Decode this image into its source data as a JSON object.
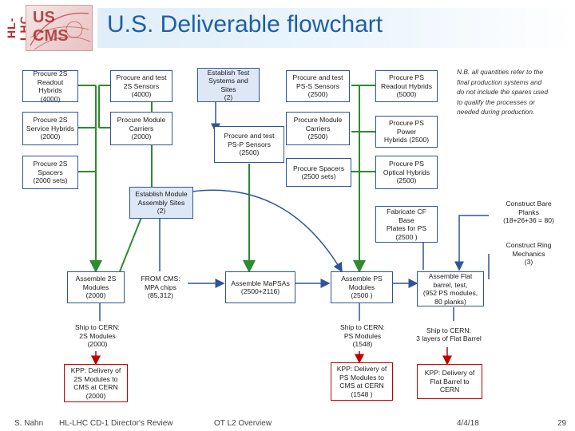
{
  "header": {
    "logo_side_text": "HL-LHC",
    "logo_box_text": "US CMS",
    "title": "U.S. Deliverable flowchart"
  },
  "note": "N.B. all quantities refer to the\nfinal production systems and\ndo not include the spares used\nto qualify the processes or\nneeded during production.",
  "boxes": {
    "procure_2s_readout": "Procure 2S\nReadout Hybrids\n(4000)",
    "procure_test_2s_sensors": "Procure and test\n2S Sensors\n(4000)",
    "establish_test_systems": "Establish Test\nSystems and Sites\n(2)",
    "procure_test_pss_sensors": "Procure and test\nPS-S Sensors\n(2500)",
    "procure_ps_readout": "Procure PS\nReadout Hybrids\n(5000)",
    "procure_2s_service": "Procure 2S\nService Hybrids\n(2000)",
    "procure_module_carriers_2s": "Procure Module\nCarriers\n(2000)",
    "procure_test_psp_sensors": "Procure and test\nPS-P Sensors\n(2500)",
    "procure_module_carriers_ps": "Procure Module\nCarriers\n(2500)",
    "procure_ps_power": "Procure PS Power\nHybrids (2500)",
    "procure_2s_spacers": "Procure 2S\nSpacers\n(2000 sets)",
    "procure_spacers": "Procure Spacers\n(2500 sets)",
    "procure_ps_optical": "Procure PS\nOptical Hybrids\n(2500)",
    "establish_module_sites": "Establish Module\nAssembly Sites\n(2)",
    "construct_bare_planks": "Construct Bare\nPlanks\n(18+26+36 = 80)",
    "fabricate_cf_base": "Fabricate CF Base\nPlates for PS\n(2500 )",
    "construct_ring_mechanics": "Construct Ring\nMechanics\n(3)",
    "assemble_2s_modules": "Assemble 2S\nModules\n(2000)",
    "from_cms_mpa": "FROM CMS:\nMPA chips\n(85,312)",
    "assemble_mapsas": "Assemble MaPSAs\n(2500+2116)",
    "assemble_ps_modules": "Assemble PS\nModules\n(2500 )",
    "assemble_flat_barrel": "Assemble Flat\nbarrel, test,\n(952 PS modules,\n80 planks)",
    "ship_cern_2s": "Ship to CERN:\n2S Modules\n(2000)",
    "ship_cern_ps": "Ship to CERN:\nPS Modules\n(1548)",
    "ship_cern_flat": "Ship to CERN:\n3 layers of Flat Barrel",
    "kpp_2s": "KPP: Delivery of\n2S Modules to\nCMS at CERN\n(2000)",
    "kpp_ps": "KPP: Delivery of\nPS Modules to\nCMS at CERN\n(1548 )",
    "kpp_flat": "KPP: Delivery of\nFlat Barrel to\nCERN"
  },
  "footer": {
    "author": "S. Nahn",
    "event": "HL-LHC CD-1 Director's Review",
    "topic": "OT L2 Overview",
    "date": "4/4/18",
    "page": "29"
  },
  "colors": {
    "title": "#1f5fa6",
    "box_border": "#2f5597",
    "box_blue_fill": "#dde7f6",
    "kpp_border": "#c00000",
    "arrow_green": "#2e8b2e",
    "arrow_blue": "#2f5597",
    "arrow_red": "#c00000"
  }
}
